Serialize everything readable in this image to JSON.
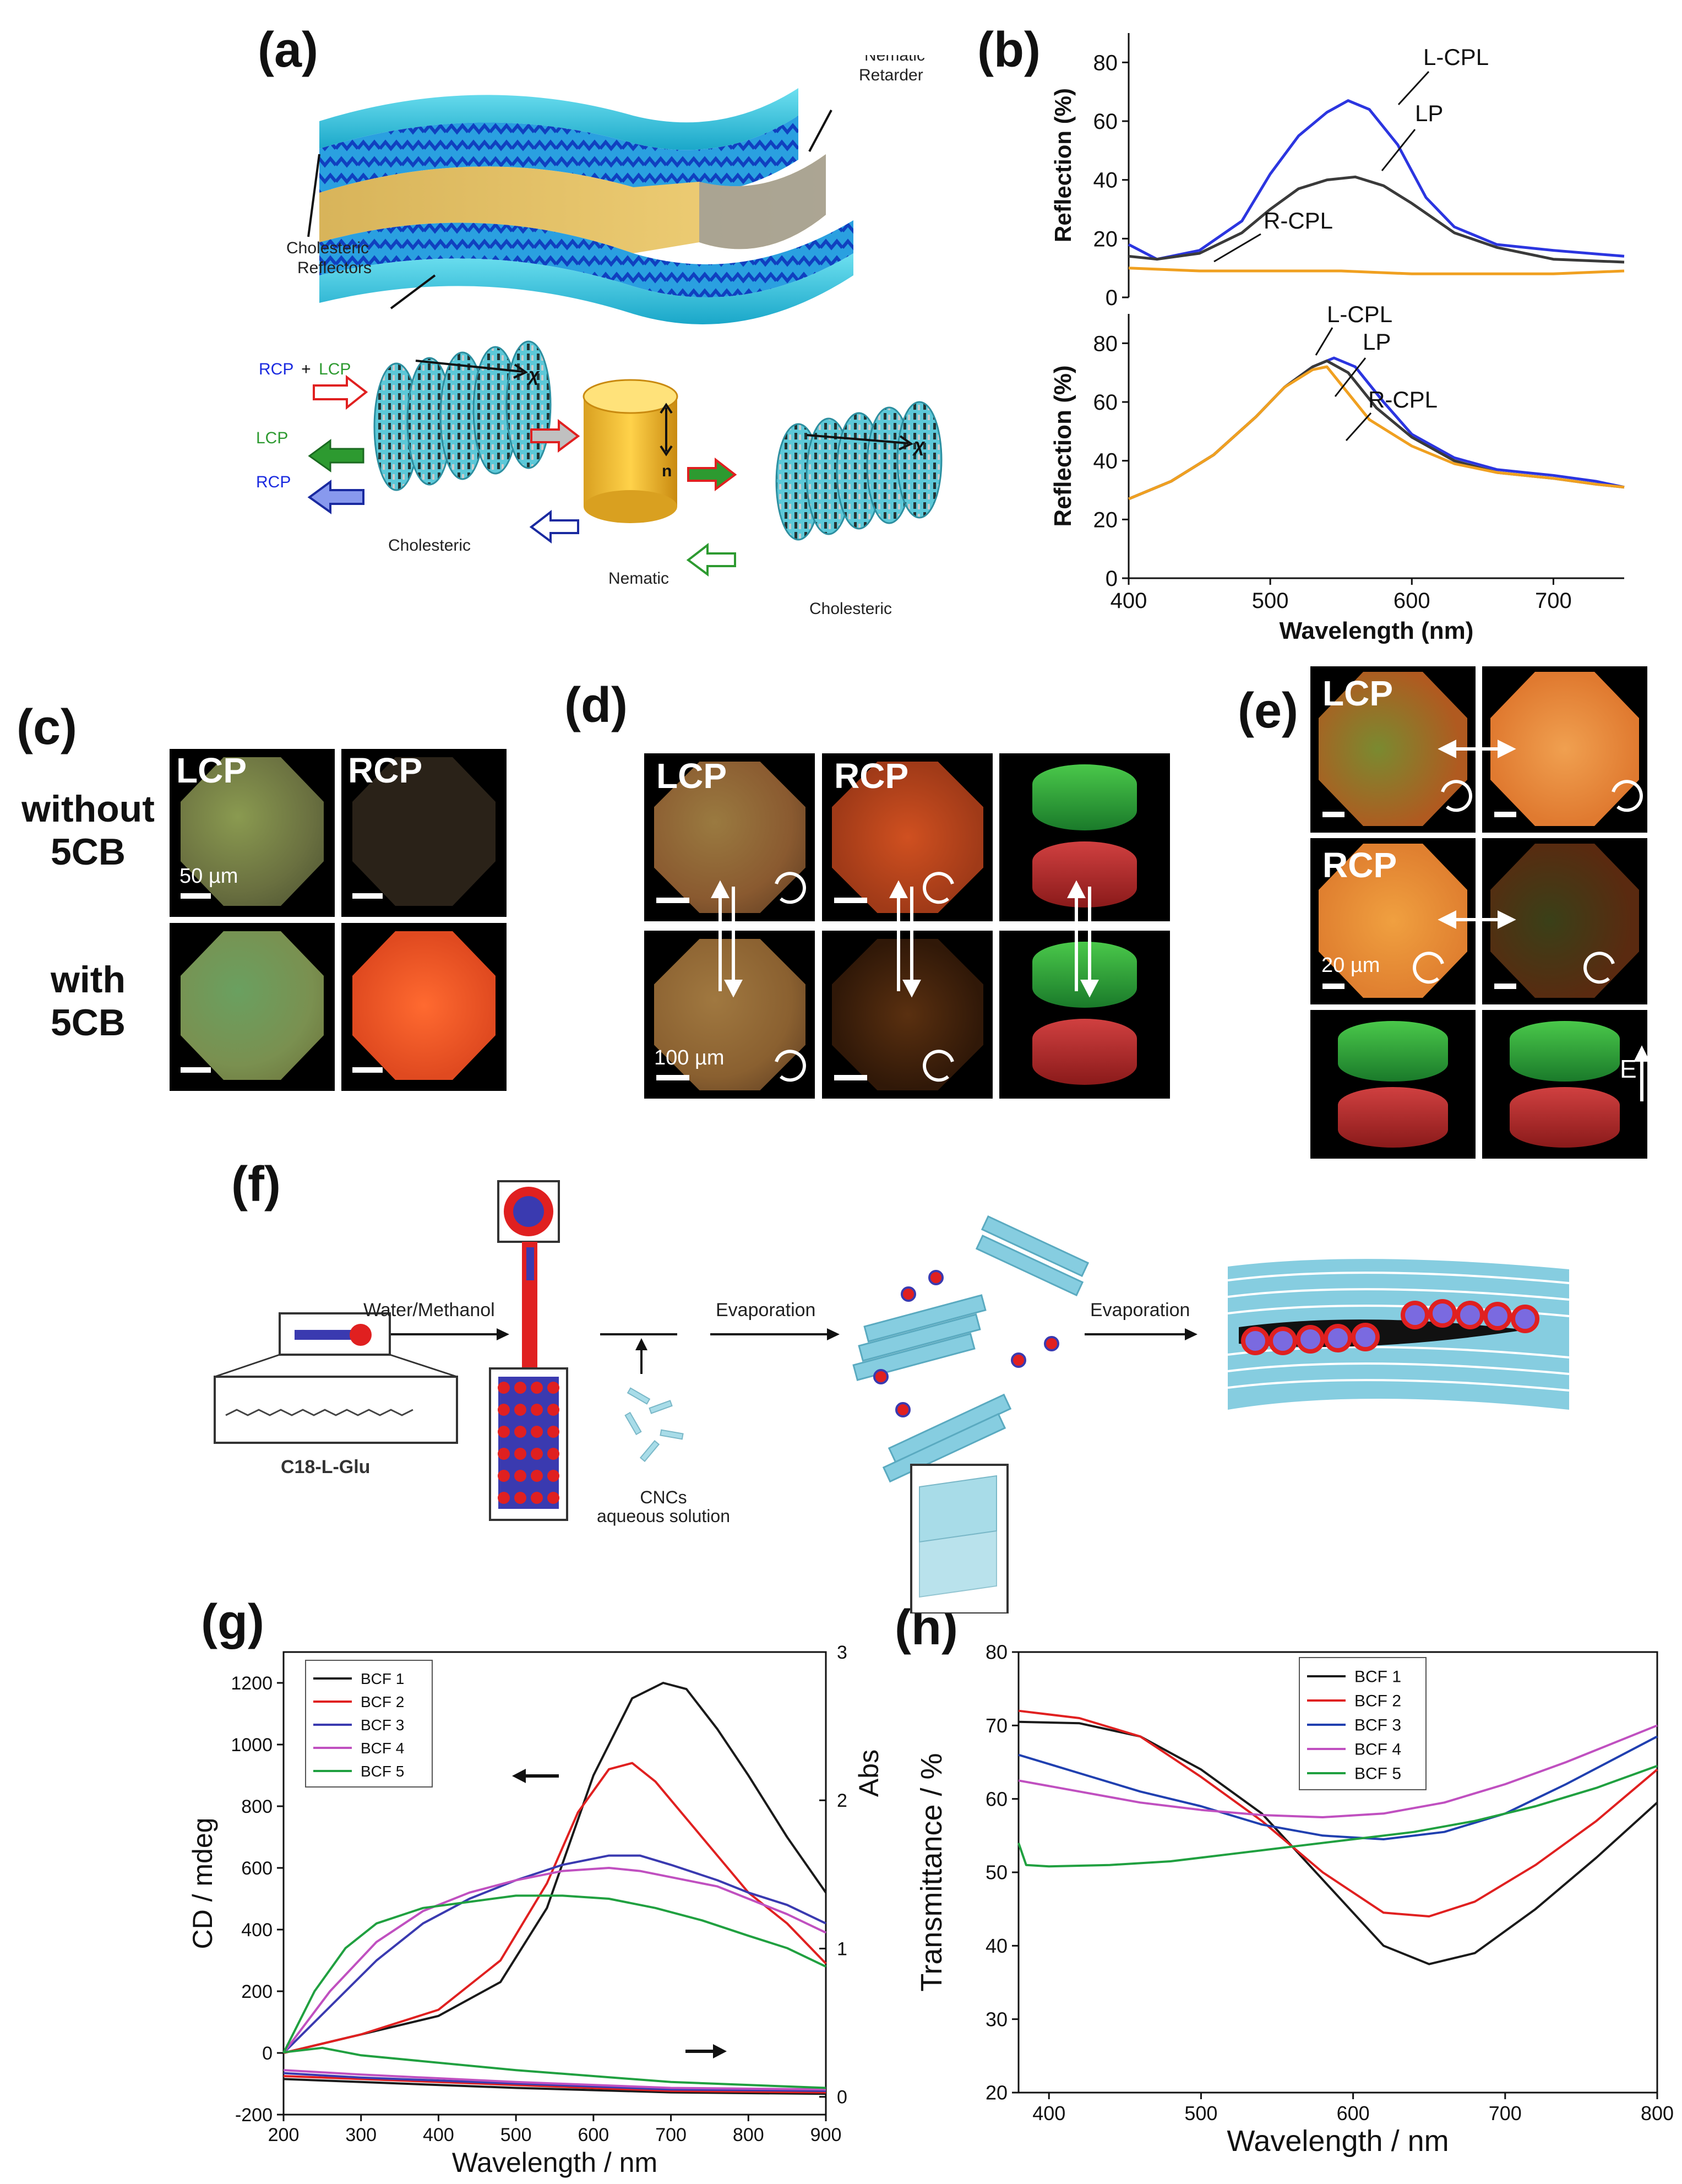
{
  "panels": {
    "a": "(a)",
    "b": "(b)",
    "c": "(c)",
    "d": "(d)",
    "e": "(e)",
    "f": "(f)",
    "g": "(g)",
    "h": "(h)"
  },
  "panel_a": {
    "nematic_retarder": "Nematic\nRetarder",
    "cholesteric_reflectors": "Cholesteric\nReflectors",
    "rcp_plus_lcp": {
      "rcp": "RCP",
      "plus": "+",
      "lcp": "LCP"
    },
    "lcp": "LCP",
    "rcp": "RCP",
    "chi": "χ",
    "n": "n",
    "cholesteric": "Cholesteric",
    "nematic": "Nematic"
  },
  "panel_c": {
    "row1": "without\n5CB",
    "row2": "with\n5CB",
    "lcp": "LCP",
    "rcp": "RCP",
    "scale": "50 µm"
  },
  "panel_d": {
    "lcp": "LCP",
    "rcp": "RCP",
    "scale": "100 µm"
  },
  "panel_e": {
    "lcp": "LCP",
    "rcp": "RCP",
    "scale": "20 µm",
    "field": "E"
  },
  "panel_f": {
    "water_methanol": "Water/Methanol",
    "evaporation1": "Evaporation",
    "evaporation2": "Evaporation",
    "molecule": "C18-L-Glu",
    "cncs": "CNCs\naqueous solution"
  },
  "chart_data": [
    {
      "id": "b-top",
      "type": "line",
      "ylabel": "Reflection (%)",
      "xlim": [
        400,
        750
      ],
      "ylim": [
        0,
        90
      ],
      "yticks": [
        0,
        20,
        40,
        60,
        80
      ],
      "series": [
        {
          "name": "L-CPL",
          "color": "#2b35e0",
          "x": [
            400,
            420,
            450,
            480,
            500,
            520,
            540,
            555,
            570,
            590,
            610,
            630,
            660,
            700,
            750
          ],
          "y": [
            18,
            13,
            16,
            26,
            42,
            55,
            63,
            67,
            64,
            52,
            34,
            24,
            18,
            16,
            14
          ]
        },
        {
          "name": "LP",
          "color": "#3a3a3a",
          "x": [
            400,
            420,
            450,
            480,
            500,
            520,
            540,
            560,
            580,
            600,
            630,
            660,
            700,
            750
          ],
          "y": [
            14,
            13,
            15,
            22,
            30,
            37,
            40,
            41,
            38,
            32,
            22,
            17,
            13,
            12
          ]
        },
        {
          "name": "R-CPL",
          "color": "#f0a020",
          "x": [
            400,
            450,
            500,
            550,
            600,
            650,
            700,
            750
          ],
          "y": [
            10,
            9,
            9,
            9,
            8,
            8,
            8,
            9
          ]
        }
      ]
    },
    {
      "id": "b-bottom",
      "type": "line",
      "xlabel": "Wavelength (nm)",
      "ylabel": "Reflection (%)",
      "xlim": [
        400,
        750
      ],
      "ylim": [
        0,
        90
      ],
      "xticks": [
        400,
        500,
        600,
        700
      ],
      "yticks": [
        0,
        20,
        40,
        60,
        80
      ],
      "series": [
        {
          "name": "L-CPL",
          "color": "#2b35e0",
          "x": [
            400,
            430,
            460,
            490,
            510,
            530,
            545,
            560,
            580,
            600,
            630,
            660,
            700,
            730,
            750
          ],
          "y": [
            27,
            33,
            42,
            55,
            65,
            72,
            75,
            72,
            60,
            49,
            41,
            37,
            35,
            33,
            31
          ]
        },
        {
          "name": "LP",
          "color": "#3a3a3a",
          "x": [
            400,
            430,
            460,
            490,
            510,
            530,
            540,
            555,
            575,
            600,
            630,
            660,
            700,
            730,
            750
          ],
          "y": [
            27,
            33,
            42,
            55,
            65,
            72,
            74,
            70,
            58,
            48,
            40,
            36,
            34,
            32,
            31
          ]
        },
        {
          "name": "R-CPL",
          "color": "#f0a020",
          "x": [
            400,
            430,
            460,
            490,
            510,
            530,
            540,
            550,
            570,
            600,
            630,
            660,
            700,
            730,
            750
          ],
          "y": [
            27,
            33,
            42,
            55,
            65,
            71,
            72,
            66,
            54,
            45,
            39,
            36,
            34,
            32,
            31
          ]
        }
      ]
    },
    {
      "id": "g",
      "type": "line",
      "xlabel": "Wavelength / nm",
      "ylabel": "CD / mdeg",
      "y2label": "Abs",
      "xlim": [
        200,
        900
      ],
      "ylim": [
        -200,
        1300
      ],
      "xticks": [
        200,
        300,
        400,
        500,
        600,
        700,
        800,
        900
      ],
      "yticks": [
        -200,
        0,
        200,
        400,
        600,
        800,
        1000,
        1200
      ],
      "y2ticks": [
        "0",
        "1",
        "2",
        "3"
      ],
      "y2lim": [
        -0.12,
        3.0
      ],
      "series": [
        {
          "name": "BCF 1",
          "color": "#1a1a1a",
          "x": [
            200,
            300,
            400,
            480,
            540,
            600,
            650,
            690,
            720,
            760,
            800,
            850,
            900
          ],
          "y": [
            0,
            60,
            120,
            230,
            470,
            900,
            1150,
            1200,
            1180,
            1050,
            900,
            700,
            520
          ]
        },
        {
          "name": "BCF 2",
          "color": "#e02020",
          "x": [
            200,
            300,
            400,
            480,
            540,
            580,
            620,
            650,
            680,
            720,
            760,
            800,
            850,
            900
          ],
          "y": [
            0,
            60,
            140,
            300,
            550,
            780,
            920,
            940,
            880,
            760,
            640,
            520,
            420,
            290
          ]
        },
        {
          "name": "BCF 3",
          "color": "#3a3ab0",
          "x": [
            200,
            260,
            320,
            380,
            440,
            500,
            560,
            620,
            660,
            700,
            760,
            800,
            850,
            900
          ],
          "y": [
            0,
            150,
            300,
            420,
            500,
            560,
            610,
            640,
            640,
            610,
            560,
            520,
            480,
            420
          ]
        },
        {
          "name": "BCF 4",
          "color": "#c050c0",
          "x": [
            200,
            260,
            320,
            380,
            440,
            500,
            560,
            620,
            660,
            700,
            760,
            800,
            850,
            900
          ],
          "y": [
            0,
            200,
            360,
            460,
            520,
            560,
            590,
            600,
            590,
            570,
            540,
            500,
            450,
            390
          ]
        },
        {
          "name": "BCF 5",
          "color": "#20a040",
          "x": [
            200,
            240,
            280,
            320,
            380,
            440,
            500,
            560,
            620,
            680,
            740,
            800,
            850,
            900
          ],
          "y": [
            0,
            200,
            340,
            420,
            470,
            490,
            510,
            510,
            500,
            470,
            430,
            380,
            340,
            280
          ]
        }
      ],
      "abs_series": [
        {
          "name": "BCF 1",
          "color": "#1a1a1a",
          "x": [
            200,
            300,
            500,
            700,
            900
          ],
          "y": [
            0.12,
            0.1,
            0.06,
            0.03,
            0.02
          ]
        },
        {
          "name": "BCF 2",
          "color": "#e02020",
          "x": [
            200,
            300,
            500,
            700,
            900
          ],
          "y": [
            0.14,
            0.12,
            0.08,
            0.04,
            0.03
          ]
        },
        {
          "name": "BCF 3",
          "color": "#3a3ab0",
          "x": [
            200,
            300,
            500,
            700,
            900
          ],
          "y": [
            0.16,
            0.13,
            0.09,
            0.05,
            0.04
          ]
        },
        {
          "name": "BCF 4",
          "color": "#c050c0",
          "x": [
            200,
            300,
            500,
            700,
            900
          ],
          "y": [
            0.18,
            0.15,
            0.1,
            0.06,
            0.05
          ]
        },
        {
          "name": "BCF 5",
          "color": "#20a040",
          "x": [
            200,
            250,
            300,
            500,
            700,
            900
          ],
          "y": [
            0.3,
            0.33,
            0.28,
            0.18,
            0.1,
            0.06
          ]
        }
      ]
    },
    {
      "id": "h",
      "type": "line",
      "xlabel": "Wavelength / nm",
      "ylabel": "Transmittance / %",
      "xlim": [
        380,
        800
      ],
      "ylim": [
        20,
        80
      ],
      "xticks": [
        400,
        500,
        600,
        700,
        800
      ],
      "yticks": [
        20,
        30,
        40,
        50,
        60,
        70,
        80
      ],
      "series": [
        {
          "name": "BCF 1",
          "color": "#1a1a1a",
          "x": [
            380,
            420,
            460,
            500,
            540,
            580,
            620,
            650,
            680,
            720,
            760,
            800
          ],
          "y": [
            70.5,
            70.3,
            68.5,
            64,
            58,
            49,
            40,
            37.5,
            39,
            45,
            52,
            59.5
          ]
        },
        {
          "name": "BCF 2",
          "color": "#e02020",
          "x": [
            380,
            420,
            460,
            500,
            540,
            580,
            620,
            650,
            680,
            720,
            760,
            800
          ],
          "y": [
            72,
            71,
            68.5,
            63,
            57,
            50,
            44.5,
            44,
            46,
            51,
            57,
            64
          ]
        },
        {
          "name": "BCF 3",
          "color": "#2040b0",
          "x": [
            380,
            420,
            460,
            500,
            540,
            580,
            620,
            660,
            700,
            740,
            800
          ],
          "y": [
            66,
            63.5,
            61,
            59,
            56.5,
            55,
            54.5,
            55.5,
            58,
            62,
            68.5
          ]
        },
        {
          "name": "BCF 4",
          "color": "#c050c0",
          "x": [
            380,
            420,
            460,
            500,
            540,
            580,
            620,
            660,
            700,
            740,
            800
          ],
          "y": [
            62.5,
            61,
            59.5,
            58.5,
            57.8,
            57.5,
            58,
            59.5,
            62,
            65,
            70
          ]
        },
        {
          "name": "BCF 5",
          "color": "#20a040",
          "x": [
            380,
            385,
            400,
            440,
            480,
            520,
            560,
            600,
            640,
            680,
            720,
            760,
            800
          ],
          "y": [
            54,
            51,
            50.8,
            51,
            51.5,
            52.5,
            53.5,
            54.5,
            55.5,
            57,
            59,
            61.5,
            64.5
          ]
        }
      ]
    }
  ]
}
